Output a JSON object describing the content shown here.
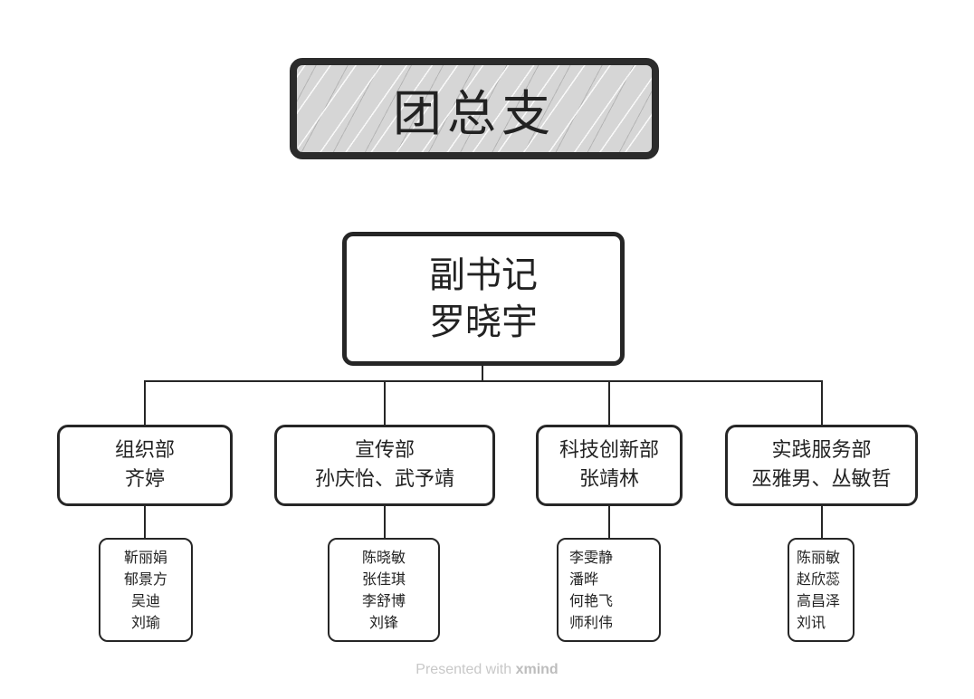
{
  "root": {
    "label": "团总支"
  },
  "deputy": {
    "title": "副书记",
    "name": "罗晓宇"
  },
  "departments": [
    {
      "name": "组织部",
      "heads": "齐婷",
      "members": [
        "靳丽娟",
        "郁景方",
        "吴迪",
        "刘瑜"
      ]
    },
    {
      "name": "宣传部",
      "heads": "孙庆怡、武予靖",
      "members": [
        "陈晓敏",
        "张佳琪",
        "李舒博",
        "刘锋"
      ]
    },
    {
      "name": "科技创新部",
      "heads": "张靖林",
      "members": [
        "李雯静",
        "潘晔",
        "何艳飞",
        "师利伟"
      ]
    },
    {
      "name": "实践服务部",
      "heads": "巫雅男、丛敏哲",
      "members": [
        "陈丽敏",
        "赵欣蕊",
        "高昌泽",
        "刘讯"
      ]
    }
  ],
  "footer": {
    "prefix": "Presented with ",
    "brand": "xmind"
  }
}
